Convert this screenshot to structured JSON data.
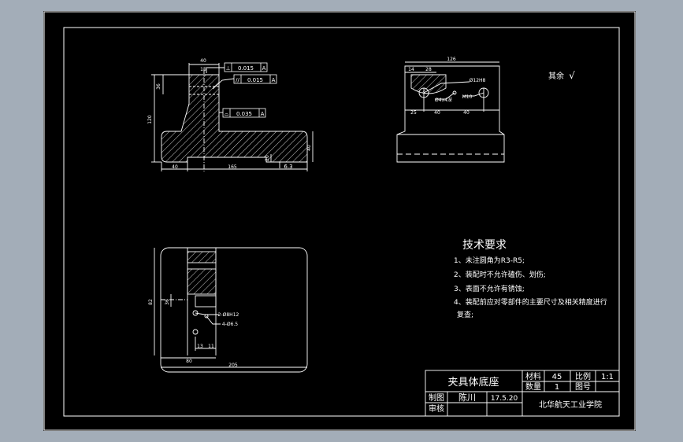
{
  "dimensions": {
    "front_top_width": "40",
    "front_step": "15",
    "front_left_height": "36",
    "front_total_height": "120",
    "front_slot": "",
    "front_base_left": "40",
    "front_base_right": "165",
    "front_base_height": "40",
    "front_base_thick": "20",
    "front_roughness": "6.3",
    "side_width": "126",
    "side_r1": "14",
    "side_r2": "28",
    "side_hole": "Ø12H8",
    "side_thread": "M10",
    "side_depth": "Ø4x4深",
    "side_b1": "25",
    "side_b2": "40",
    "side_b3": "40",
    "top_height": "82",
    "top_r": "36",
    "top_holes": "2-Ø8H12",
    "top_thread": "4-Ø6.5",
    "top_b1": "13",
    "top_b2": "11",
    "top_left": "80",
    "top_total": "205"
  },
  "tolerance_frames": [
    {
      "sym": "⊥",
      "val": "0.015",
      "ref": "A"
    },
    {
      "sym": "//",
      "val": "0.015",
      "ref": "A"
    },
    {
      "sym": "⌓",
      "val": "0.035",
      "ref": "A"
    }
  ],
  "roughness_note": {
    "label": "其余",
    "symbol": "√"
  },
  "tech": {
    "title": "技术要求",
    "items": [
      "1、未注圆角为R3-R5;",
      "2、装配时不允许磕伤、划伤;",
      "3、表面不允许有锈蚀;",
      "4、装配前应对零部件的主要尺寸及相关精度进行",
      "复查;"
    ]
  },
  "title_block": {
    "part_name": "夹具体底座",
    "material_label": "材料",
    "material_value": "45",
    "scale_label": "比例",
    "scale_value": "1:1",
    "qty_label": "数量",
    "qty_value": "1",
    "drawing_no_label": "图号",
    "drawing_no_value": "",
    "drawn_label": "制图",
    "drawn_name": "陈川",
    "drawn_date": "17.5.20",
    "checked_label": "审核",
    "school": "北华航天工业学院"
  },
  "colors": {
    "background": "#a3adb8",
    "sheet": "#000000",
    "line": "#ffffff",
    "hatch": "#ffffff",
    "red": "#ff3b3b"
  }
}
